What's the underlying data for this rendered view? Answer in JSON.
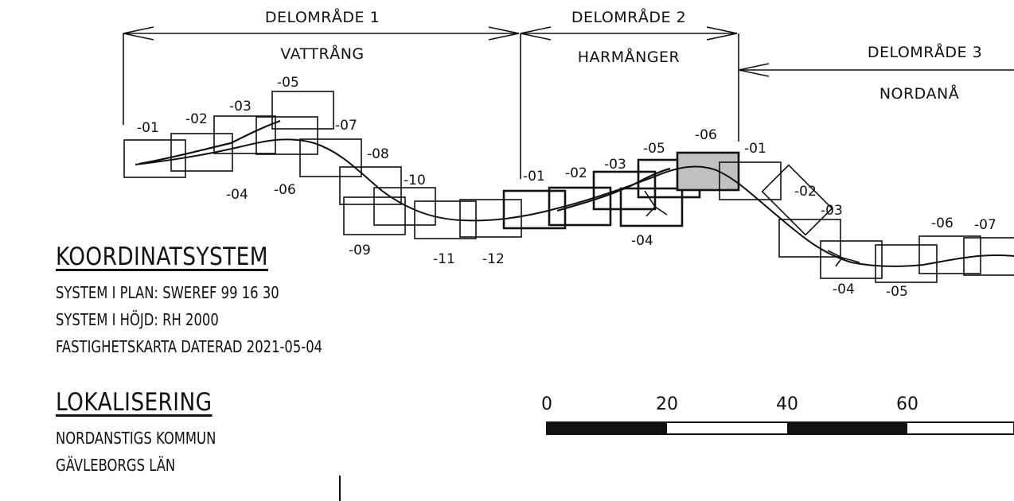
{
  "delomraden": [
    {
      "id": "d1",
      "title": "DELOMRÅDE 1",
      "place": "VATTRÅNG"
    },
    {
      "id": "d2",
      "title": "DELOMRÅDE 2",
      "place": "HARMÅNGER"
    },
    {
      "id": "d3",
      "title": "DELOMRÅDE 3",
      "place": "NORDANÅ"
    }
  ],
  "sheet_labels": {
    "d1": [
      "-01",
      "-02",
      "-03",
      "-04",
      "-05",
      "-06",
      "-07",
      "-08",
      "-09",
      "-10",
      "-11",
      "-12"
    ],
    "d2": [
      "-01",
      "-02",
      "-03",
      "-04",
      "-05",
      "-06"
    ],
    "d3": [
      "-01",
      "-02",
      "-03",
      "-04",
      "-05",
      "-06",
      "-07"
    ]
  },
  "selected_sheet": "DELOMRÅDE 2 -06",
  "koordinatsystem": {
    "heading": "KOORDINATSYSTEM",
    "lines": [
      "SYSTEM I PLAN: SWEREF 99 16 30",
      "SYSTEM I HÖJD: RH 2000",
      "FASTIGHETSKARTA DATERAD 2021-05-04"
    ]
  },
  "lokalisering": {
    "heading": "LOKALISERING",
    "lines": [
      "NORDANSTIGS KOMMUN",
      "GÄVLEBORGS LÄN"
    ]
  },
  "scale_bar": {
    "labels": [
      "0",
      "20",
      "40",
      "60"
    ]
  }
}
